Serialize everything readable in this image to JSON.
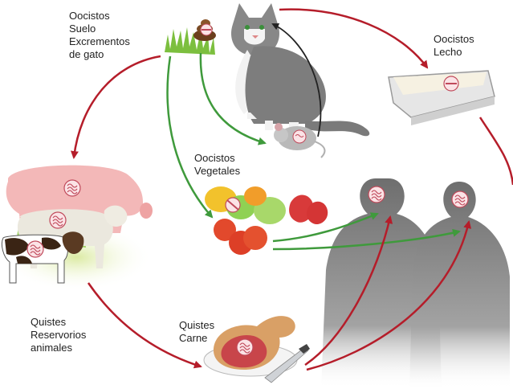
{
  "labels": {
    "soil": {
      "line1": "Oocistos",
      "line2": "Suelo",
      "line3": "Excrementos",
      "line4": "de gato"
    },
    "litter": {
      "line1": "Oocistos",
      "line2": "Lecho"
    },
    "vegetables": {
      "line1": "Oocistos",
      "line2": "Vegetales"
    },
    "animals": {
      "line1": "Quistes",
      "line2": "Reservorios",
      "line3": "animales"
    },
    "meat": {
      "line1": "Quistes",
      "line2": "Carne"
    }
  },
  "colors": {
    "red_arrow": "#b51d2a",
    "green_arrow": "#3f9a3c",
    "black_arrow": "#222222",
    "human_silhouette": "#8d8d8d",
    "cyst_fill": "#e89aa5",
    "pig": "#f3b8b8",
    "grass": "#7cbf3e"
  },
  "icons": [
    "cat-icon",
    "feces-icon",
    "litter-box-icon",
    "mouse-icon",
    "vegetables-icon",
    "pig-icon",
    "sheep-icon",
    "cow-icon",
    "meat-icon",
    "human-silhouette-icon",
    "parasite-cyst-icon"
  ]
}
